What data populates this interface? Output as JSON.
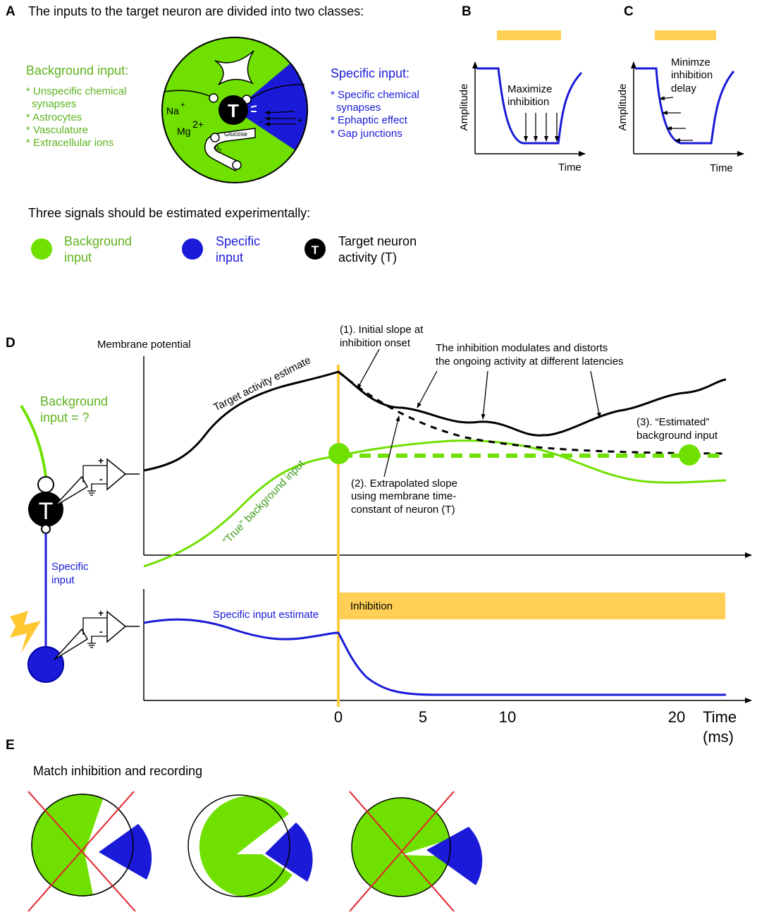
{
  "panel_a": {
    "letter": "A",
    "heading": "The inputs to the target neuron are divided into two classes:",
    "background": {
      "title": "Background input:",
      "items": [
        "* Unspecific chemical",
        "synapses",
        "* Astrocytes",
        "* Vasculature",
        "* Extracellular ions"
      ]
    },
    "specific": {
      "title": "Specific input:",
      "items": [
        "* Specific chemical",
        "synapses",
        "* Ephaptic effect",
        "* Gap junctions"
      ]
    },
    "circle": {
      "neuron_label": "T",
      "na": "Na",
      "na_sup": "+",
      "mg": "Mg",
      "mg_sup": "2+",
      "glucose": "Glucose",
      "o2": "O",
      "o2_sub": "2",
      "minus": "-",
      "plus": "+"
    },
    "signals_heading": "Three signals should be estimated experimentally:",
    "legend": [
      {
        "line1": "Background",
        "line2": "input",
        "color": "#5fb31f",
        "symbol": ""
      },
      {
        "line1": "Specific",
        "line2": "input",
        "color": "#1a1ad8",
        "symbol": ""
      },
      {
        "line1": "Target neuron",
        "line2": "activity (T)",
        "color": "#000000",
        "symbol": "T"
      }
    ]
  },
  "panel_b": {
    "letter": "B",
    "ylabel": "Amplitude",
    "xlabel": "Time",
    "annotation": [
      "Maximize",
      "inhibition"
    ]
  },
  "panel_c": {
    "letter": "C",
    "ylabel": "Amplitude",
    "xlabel": "Time",
    "annotation": [
      "Minimze",
      "inhibition",
      "delay"
    ]
  },
  "panel_d": {
    "letter": "D",
    "membrane_label": "Membrane potential",
    "background_question": [
      "Background",
      "input = ?"
    ],
    "specific_label": [
      "Specific",
      "input"
    ],
    "target_estimate": "Target activity estimate",
    "true_background": "“True” background input",
    "note1": [
      "(1). Initial slope at",
      "inhibition onset"
    ],
    "note_modulates": [
      "The inhibition modulates and distorts",
      "the ongoing activity at different latencies"
    ],
    "note2": [
      "(2). Extrapolated slope",
      "using membrane time-",
      "constant of neuron (T)"
    ],
    "note3": [
      "(3). “Estimated”",
      "background input"
    ],
    "specific_estimate": "Specific input estimate",
    "inhibition_label": "Inhibition",
    "neuron_label": "T",
    "electrode_plus": "+",
    "electrode_minus": "-",
    "time_label": [
      "Time",
      "(ms)"
    ],
    "ticks": [
      "0",
      "5",
      "10",
      "20"
    ],
    "tick_values": [
      0,
      5,
      10,
      20
    ]
  },
  "panel_e": {
    "letter": "E",
    "title": "Match inhibition and recording"
  },
  "colors": {
    "green": "#6fe000",
    "green_text": "#5fb31f",
    "blue": "#1a1ad8",
    "inhibition": "#ffd055",
    "cross": "#e0242c"
  }
}
